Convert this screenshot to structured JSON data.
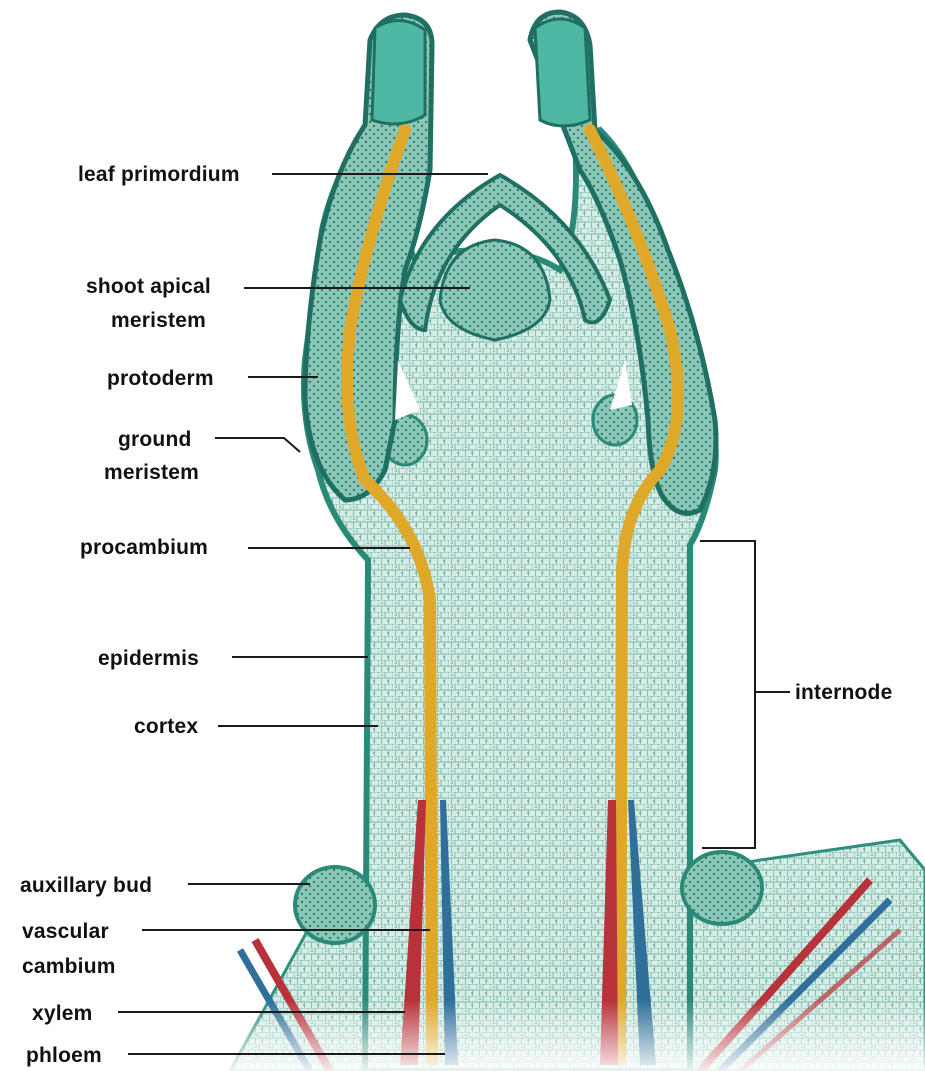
{
  "diagram": {
    "labels": {
      "leaf_primordium": "leaf primordium",
      "shoot_apical_1": "shoot apical",
      "shoot_apical_2": "meristem",
      "protoderm": "protoderm",
      "ground_meristem_1": "ground",
      "ground_meristem_2": "meristem",
      "procambium": "procambium",
      "epidermis": "epidermis",
      "cortex": "cortex",
      "internode": "internode",
      "auxillary_bud": "auxillary bud",
      "vascular_cambium_1": "vascular",
      "vascular_cambium_2": "cambium",
      "xylem": "xylem",
      "phloem": "phloem"
    },
    "colors": {
      "tissue": "#cfe7e0",
      "tissue_dark": "#2f8f7e",
      "tissue_edge": "#1f6f62",
      "leaf_tip": "#4fb8a5",
      "procambium": "#e0a829",
      "xylem": "#b8323a",
      "phloem": "#2f6f9a"
    }
  }
}
